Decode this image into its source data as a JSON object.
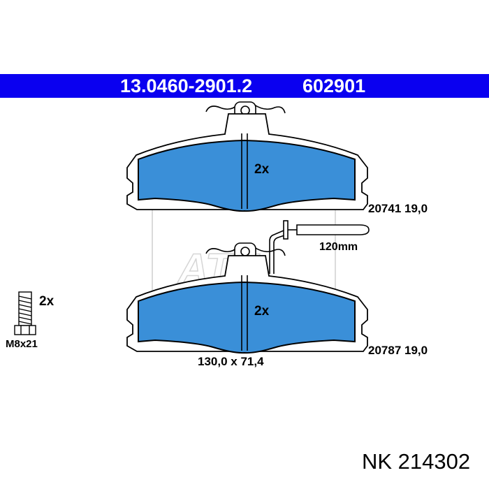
{
  "header": {
    "part_code": "13.0460-2901.2",
    "ref_number": "602901",
    "background": "#0a00f0"
  },
  "pads": [
    {
      "quantity": "2x",
      "spec": "20741 19,0"
    },
    {
      "quantity": "2x",
      "spec": "20787 19,0"
    }
  ],
  "sensor": {
    "length": "120mm"
  },
  "bolt": {
    "quantity": "2x",
    "size": "M8x21"
  },
  "dimensions": "130,0 x 71,4",
  "footer": "NK 214302",
  "colors": {
    "pad_fill": "#3a8fd8",
    "outline": "#000000"
  }
}
